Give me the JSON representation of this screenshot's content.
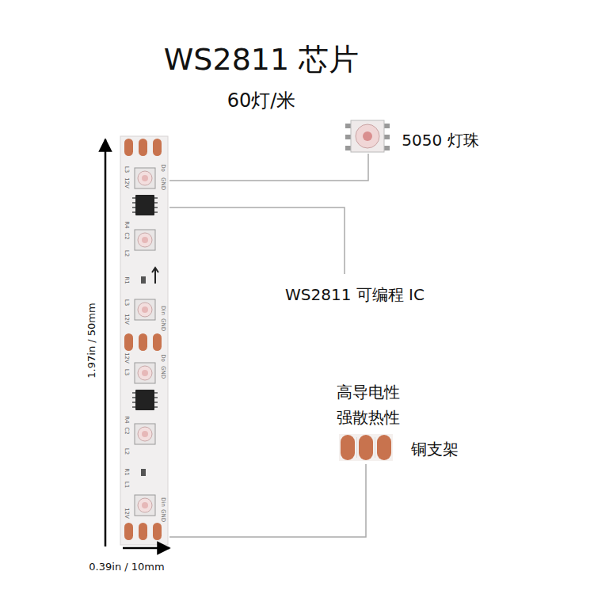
{
  "diagram": {
    "title": "WS2811 芯片",
    "labels": [
      "60灯/米",
      "5050 灯珠",
      "WS2811 可编程 IC",
      "高导电性",
      "强散热性",
      "铜支架",
      "1.97in / 50mm",
      "0.39in / 10mm",
      "L3",
      "12V",
      "Do",
      "GND",
      "R4",
      "C2",
      "L2",
      "R1",
      "L3",
      "12V",
      "Din",
      "GND",
      "12V",
      "Do",
      "GND",
      "L3",
      "R4",
      "C2",
      "L2",
      "R1",
      "L1",
      "12V",
      "Din",
      "GND"
    ]
  }
}
